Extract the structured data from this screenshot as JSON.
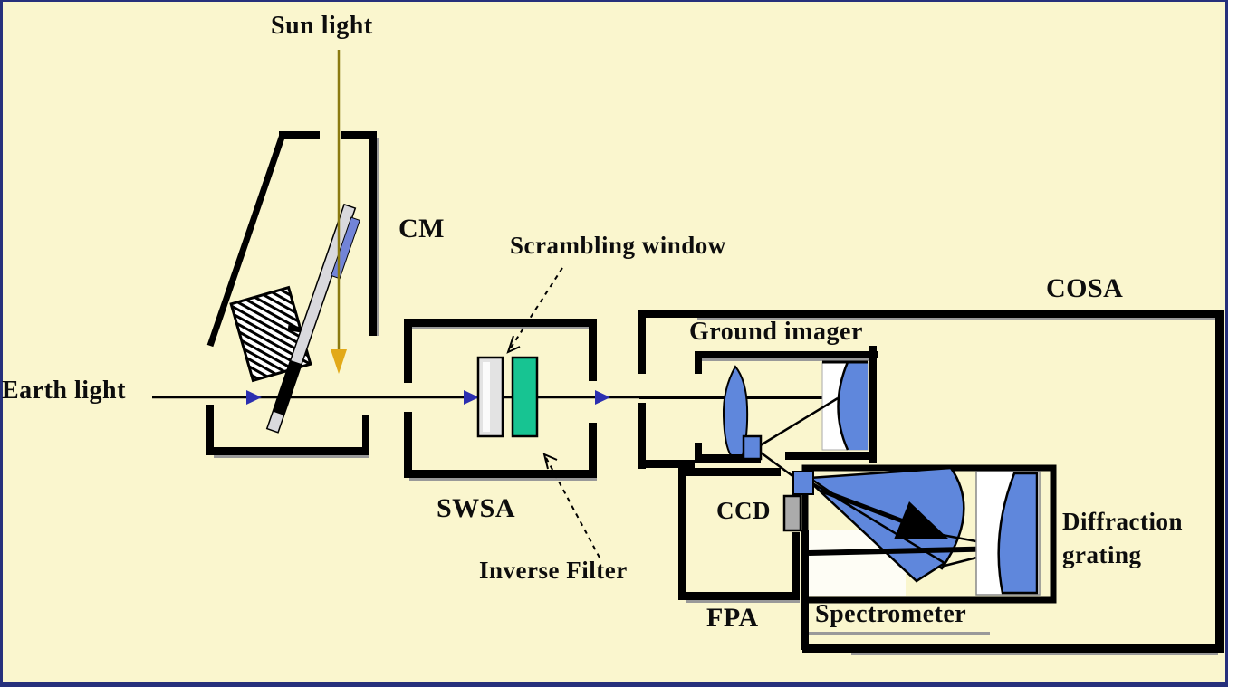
{
  "diagram": {
    "background_color": "#FAF6CE",
    "frame_color": "#26307C",
    "labels": {
      "sun_light": "Sun light",
      "earth_light": "Earth light",
      "cm": "CM",
      "scrambling_window": "Scrambling window",
      "swsa": "SWSA",
      "inverse_filter": "Inverse Filter",
      "cosa": "COSA",
      "ground_imager": "Ground imager",
      "ccd": "CCD",
      "fpa": "FPA",
      "spectrometer": "Spectrometer",
      "diffraction_grating_line1": "Diffraction",
      "diffraction_grating_line2": "grating"
    },
    "colors": {
      "optics_blue": "#5F87DC",
      "mirror_arm_gray": "#D9D9DD",
      "mirror_blue": "#7284D8",
      "filter_green": "#17C492",
      "window_gray": "#E3E3E3",
      "ccd_gray": "#ABABAB",
      "sun_beam": "#8A7A10",
      "sun_arrowhead": "#E2A918",
      "beam_arrowhead": "#2B2FB0",
      "line_black": "#000000",
      "shadow_gray": "#999999"
    }
  }
}
